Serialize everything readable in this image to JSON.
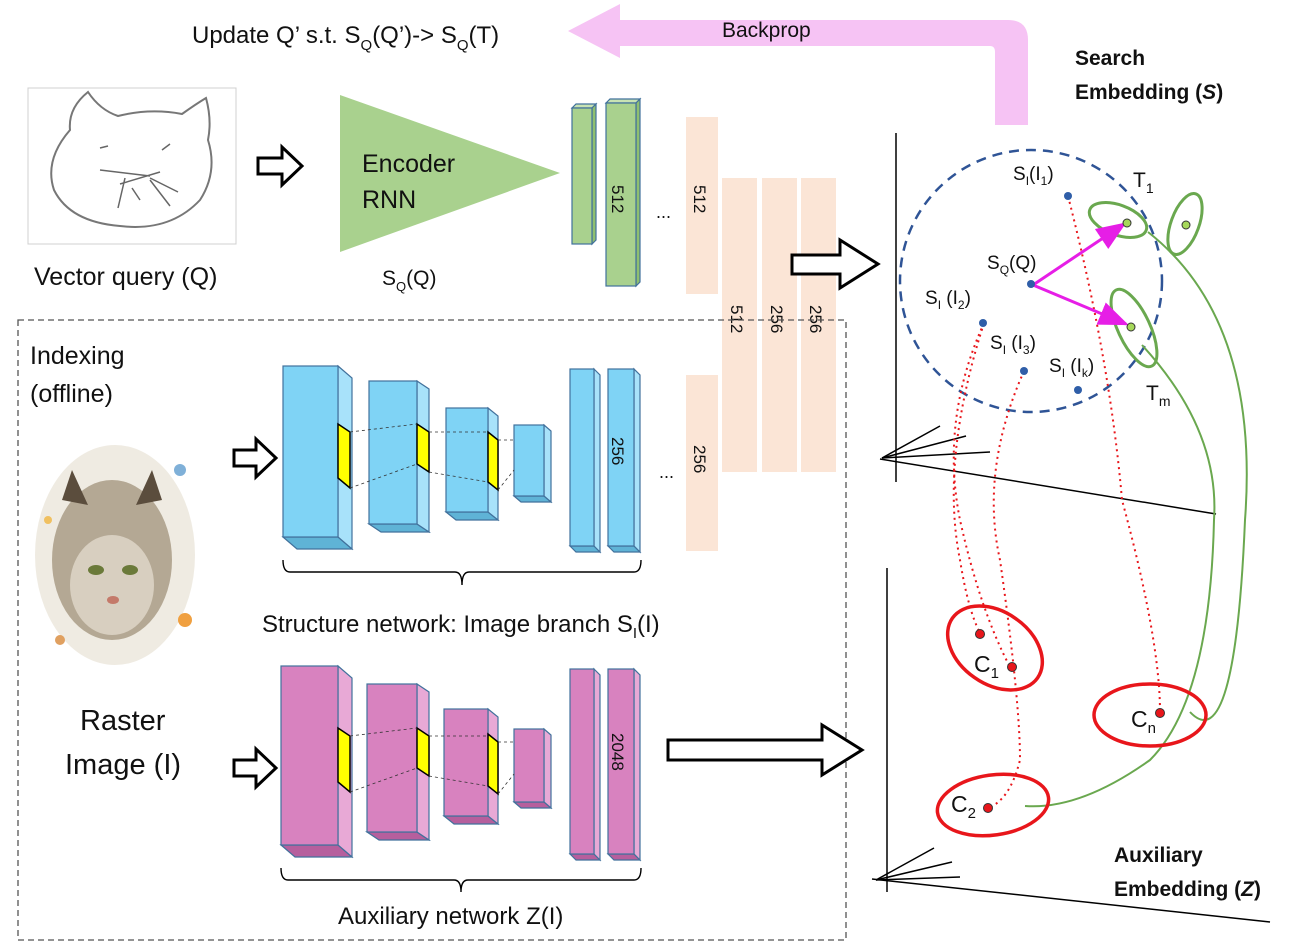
{
  "header": {
    "update_main": "Update Q’ s.t. S",
    "update_sub1": "Q",
    "update_mid": "(Q’)-> S",
    "update_sub2": "Q",
    "update_end": "(T)",
    "backprop": "Backprop"
  },
  "query": {
    "caption": "Vector query (Q)",
    "encoder_line1": "Encoder",
    "encoder_line2": "RNN",
    "sq_main": "S",
    "sq_sub": "Q",
    "sq_end": "(Q)",
    "fc_label": "512",
    "ellipsis": "..."
  },
  "shared": {
    "top_label": "512",
    "col1": "512",
    "col2": "256",
    "col3": "256",
    "bottom_label": "256"
  },
  "indexing": {
    "line1": "Indexing",
    "line2": "(offline)",
    "raster_line1": "Raster",
    "raster_line2": "Image (I)",
    "structure_fc": "256",
    "ellipsis": "...",
    "structure_caption_main": "Structure network:  Image branch  S",
    "structure_caption_sub": "I",
    "structure_caption_end": "(I)",
    "aux_fc": "2048",
    "aux_caption": "Auxiliary network Z(I)"
  },
  "search_embedding": {
    "title_line1": "Search",
    "title_line2_main": "Embedding (",
    "title_line2_ital": "S",
    "title_line2_end": ")",
    "t1_main": "T",
    "t1_sub": "1",
    "tm_main": "T",
    "tm_sub": "m",
    "si1_main": "S",
    "si1_sub": "I",
    "si1_mid": "(I",
    "si1_sub2": "1",
    "si1_end": ")",
    "sq_main": "S",
    "sq_sub": "Q",
    "sq_end": "(Q)",
    "si2_main": "S",
    "si2_sub": "I",
    "si2_mid": " (I",
    "si2_sub2": "2",
    "si2_end": ")",
    "si3_main": "S",
    "si3_sub": "I",
    "si3_mid": " (I",
    "si3_sub2": "3",
    "si3_end": ")",
    "sik_main": "S",
    "sik_sub": "I",
    "sik_mid": " (I",
    "sik_sub2": "k",
    "sik_end": ")"
  },
  "aux_embedding": {
    "title_line1": "Auxiliary",
    "title_line2_main": "Embedding (",
    "title_line2_ital": "Z",
    "title_line2_end": ")",
    "c1_main": "C",
    "c1_sub": "1",
    "c2_main": "C",
    "c2_sub": "2",
    "cn_main": "C",
    "cn_sub": "n"
  },
  "colors": {
    "encoder_green": "#a9d18e",
    "fc_peach": "#fbe5d6",
    "cnn_blue": "#7fd3f5",
    "cnn_pink": "#d882bf",
    "kernel_yellow": "#ffff00",
    "backprop_pink": "#f6c3f4",
    "vector_magenta": "#e61ee6",
    "cluster_red": "#e8161b",
    "target_green": "#6aa84f",
    "dashed_circle": "#2f5496"
  }
}
